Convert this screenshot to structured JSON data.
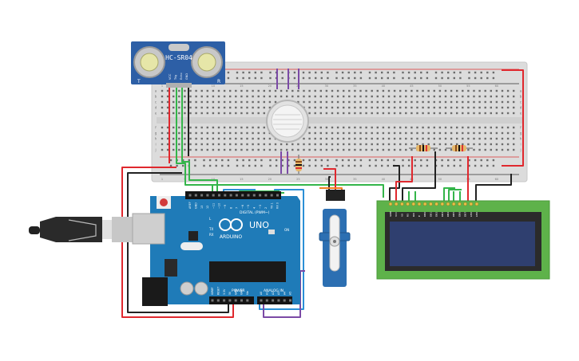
{
  "components": {
    "ultrasonic": {
      "model": "HC-SR04",
      "left_label": "T",
      "right_label": "R",
      "pins": [
        "VCC",
        "Trig",
        "Echo",
        "GND"
      ]
    },
    "arduino": {
      "model": "UNO",
      "brand": "ARDUINO",
      "tx_label": "TX",
      "rx_label": "RX",
      "on_label": "ON",
      "l_label": "L",
      "digital_label": "DIGITAL (PWM~)",
      "power_label": "POWER",
      "analog_label": "ANALOG IN",
      "digital_pins": [
        "AREF",
        "GND",
        "13",
        "12",
        "~11",
        "~10",
        "~9",
        "8",
        "7",
        "~6",
        "~5",
        "4",
        "~3",
        "2",
        "TX 1",
        "RX 0"
      ],
      "power_pins": [
        "IOREF",
        "RESET",
        "3.3V",
        "5V",
        "GND",
        "GND",
        "Vin"
      ],
      "analog_pins": [
        "A0",
        "A1",
        "A2",
        "A3",
        "A4",
        "A5"
      ]
    },
    "lcd": {
      "pins": [
        "GND",
        "VCC",
        "V0",
        "RS",
        "RW",
        "E",
        "DB0",
        "DB1",
        "DB2",
        "DB3",
        "DB4",
        "DB5",
        "DB6",
        "DB7",
        "LED",
        "LED"
      ]
    },
    "breadboard": {
      "columns": [
        "1",
        "5",
        "10",
        "15",
        "20",
        "25",
        "30",
        "35",
        "40",
        "45",
        "50",
        "55",
        "60"
      ],
      "rows_top": [
        "a",
        "b",
        "c",
        "d",
        "e"
      ],
      "rows_bottom": [
        "f",
        "g",
        "h",
        "i",
        "j"
      ]
    }
  },
  "wire_colors": {
    "red": "#e0282e",
    "black": "#222222",
    "green": "#34b54a",
    "blue": "#2a8fd6",
    "purple": "#7b4aa6",
    "orange": "#f07f1f"
  }
}
